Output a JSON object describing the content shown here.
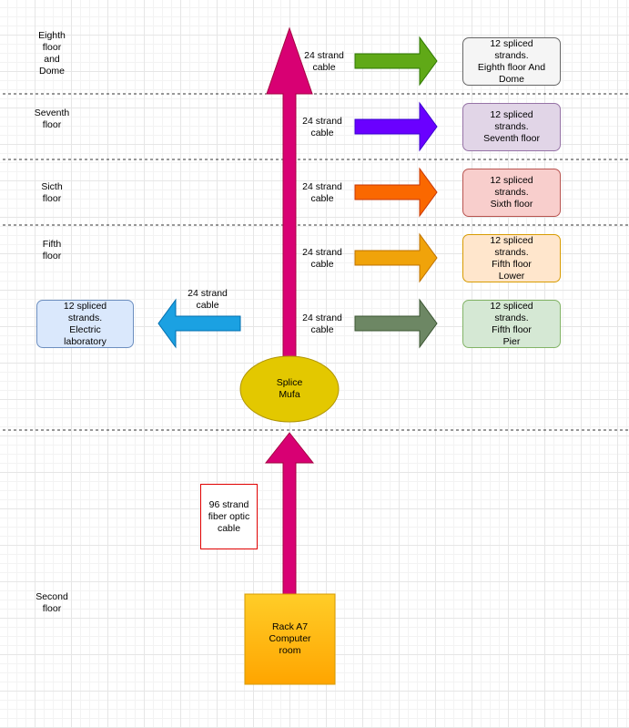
{
  "floors": {
    "eighth": "Eighth\nfloor\nand\nDome",
    "seventh": "Seventh\nfloor",
    "sixth": "Sicth\nfloor",
    "fifth": "Fifth\nfloor",
    "second": "Second\nfloor"
  },
  "cable_labels": {
    "eighth": "24 strand\ncable",
    "seventh": "24 strand\ncable",
    "sixth": "24 strand\ncable",
    "fifth_lower": "24 strand\ncable",
    "fifth_pier": "24 strand\ncable",
    "lab": "24 strand\ncable"
  },
  "destinations": {
    "eighth": "12 spliced\nstrands.\nEighth floor And\nDome",
    "seventh": "12 spliced\nstrands.\nSeventh floor",
    "sixth": "12 spliced\nstrands.\nSixth floor",
    "fifth_lower": "12 spliced\nstrands.\nFifth floor\nLower",
    "fifth_pier": "12 spliced\nstrands.\nFifth floor\nPier",
    "lab": "12 spliced\nstrands.\nElectric\nlaboratory"
  },
  "splice": "Splice\nMufa",
  "fiber_label": "96 strand\nfiber optic\ncable",
  "rack": "Rack A7\nComputer\nroom",
  "colors": {
    "main_arrow": "#d80073",
    "eighth_arrow": "#60a917",
    "seventh_arrow": "#6a00ff",
    "sixth_arrow": "#fa6800",
    "fifth_lower_arrow": "#f0a30a",
    "fifth_pier_arrow": "#6d8764",
    "lab_arrow": "#1ba1e2",
    "splice_fill": "#e3c800",
    "rack_fill": "#ffcd28",
    "rack_fill_bottom": "#ffa500"
  }
}
